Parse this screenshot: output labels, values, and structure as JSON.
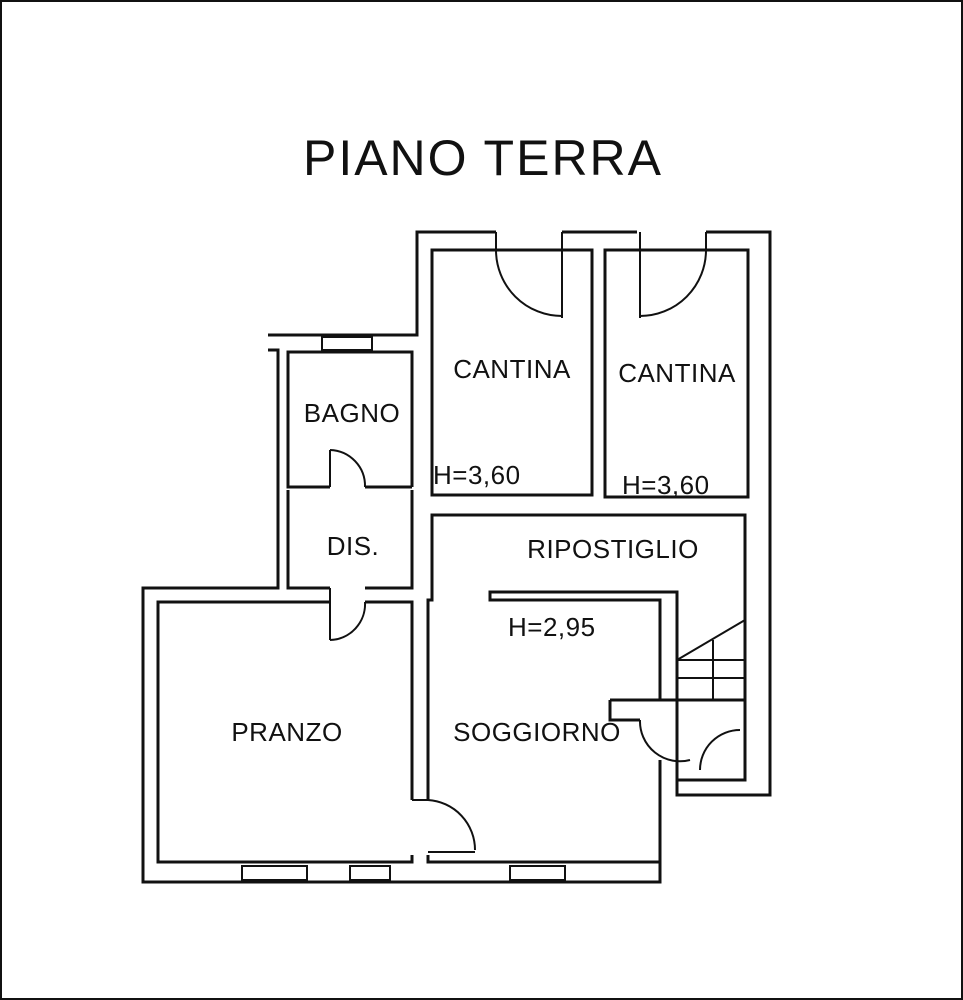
{
  "title": "PIANO TERRA",
  "rooms": {
    "cantina_1": "CANTINA",
    "cantina_2": "CANTINA",
    "bagno": "BAGNO",
    "dis": "DIS.",
    "ripostiglio": "RIPOSTIGLIO",
    "pranzo": "PRANZO",
    "soggiorno": "SOGGIORNO"
  },
  "heights": {
    "cantina_1": "H=3,60",
    "cantina_2": "H=3,60",
    "soggiorno": "H=2,95"
  }
}
